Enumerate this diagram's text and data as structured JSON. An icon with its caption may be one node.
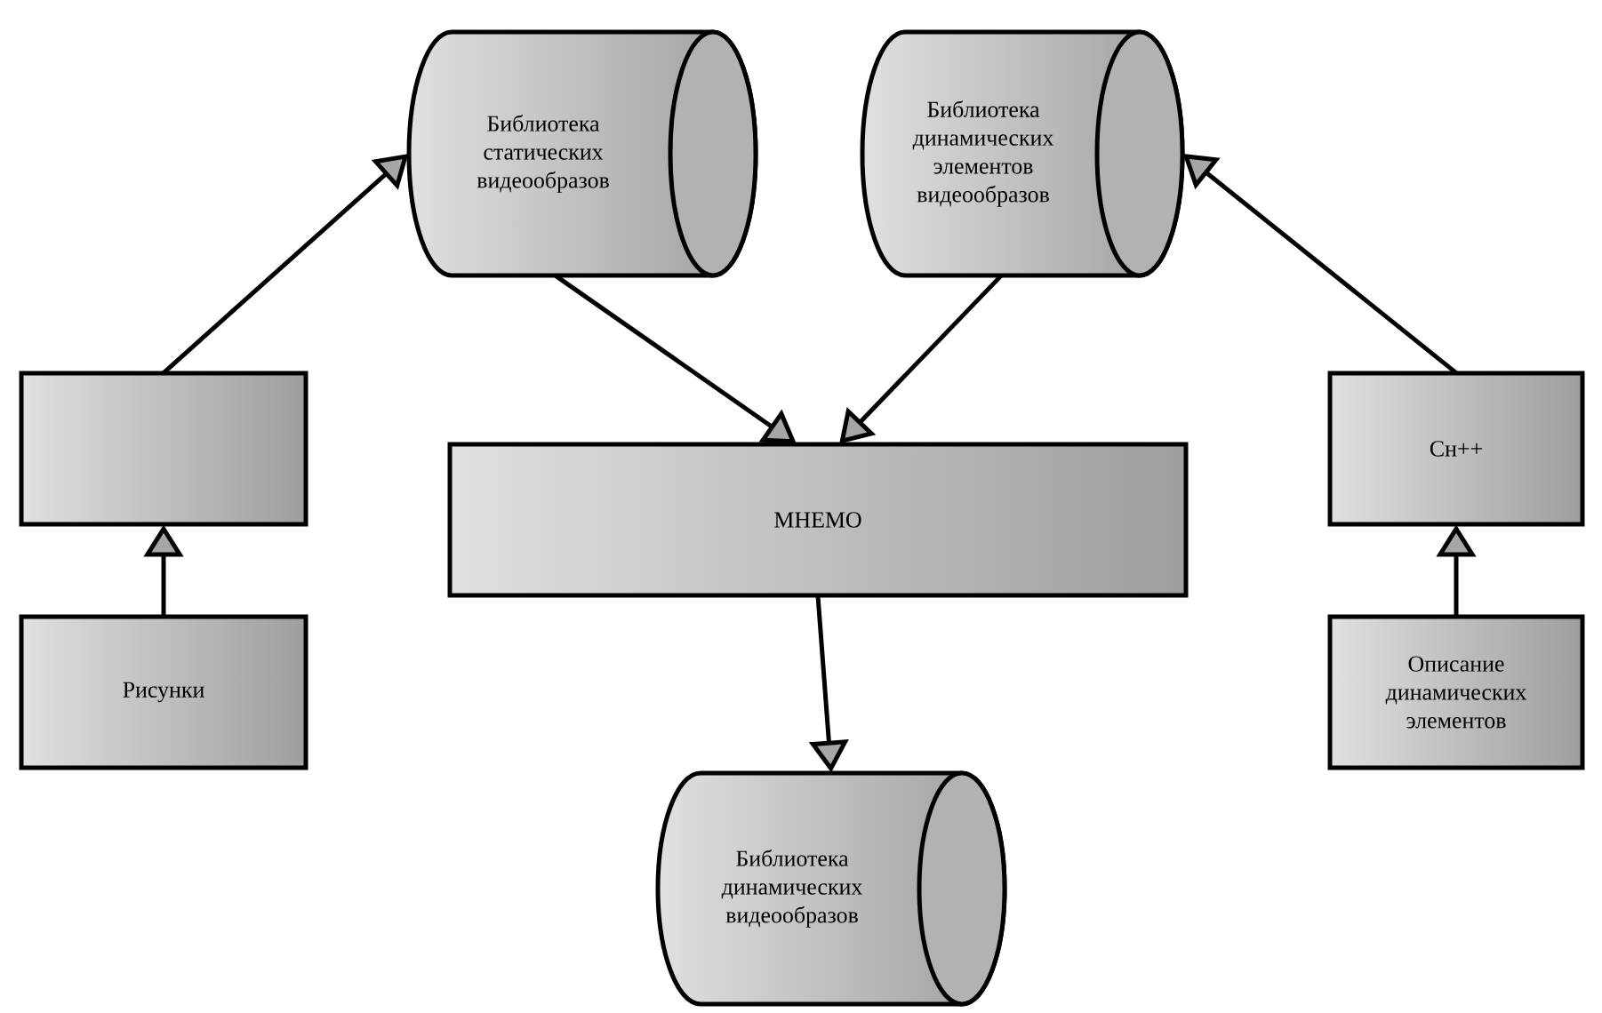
{
  "diagram": {
    "nodes": [
      {
        "text": [
          "Библиотека статических видеообразов"
        ]
      },
      {
        "text": [
          "Библиотека динамических элементов видеообразов"
        ]
      },
      {
        "text": [],
        "shape": "box"
      },
      {
        "text": [
          "МНЕМО"
        ]
      },
      {
        "text": [
          "Сн++"
        ]
      },
      {
        "text": [
          "Рисунки"
        ]
      },
      {
        "text": [
          "Описание динамических элементов"
        ]
      },
      {
        "text": [
          "Библиотека динамических видеообразов"
        ]
      }
    ],
    "edges": [
      {
        "from": 2,
        "to": 0,
        "arrow": "to"
      },
      {
        "from": 0,
        "to": 3,
        "arrow": "to"
      },
      {
        "from": 1,
        "to": 3,
        "arrow": "to"
      },
      {
        "from": 4,
        "to": 1,
        "arrow": "to"
      },
      {
        "from": 5,
        "to": 2,
        "arrow": "to"
      },
      {
        "from": 6,
        "to": 4,
        "arrow": "to"
      },
      {
        "from": 3,
        "to": 7,
        "arrow": "to"
      }
    ]
  }
}
